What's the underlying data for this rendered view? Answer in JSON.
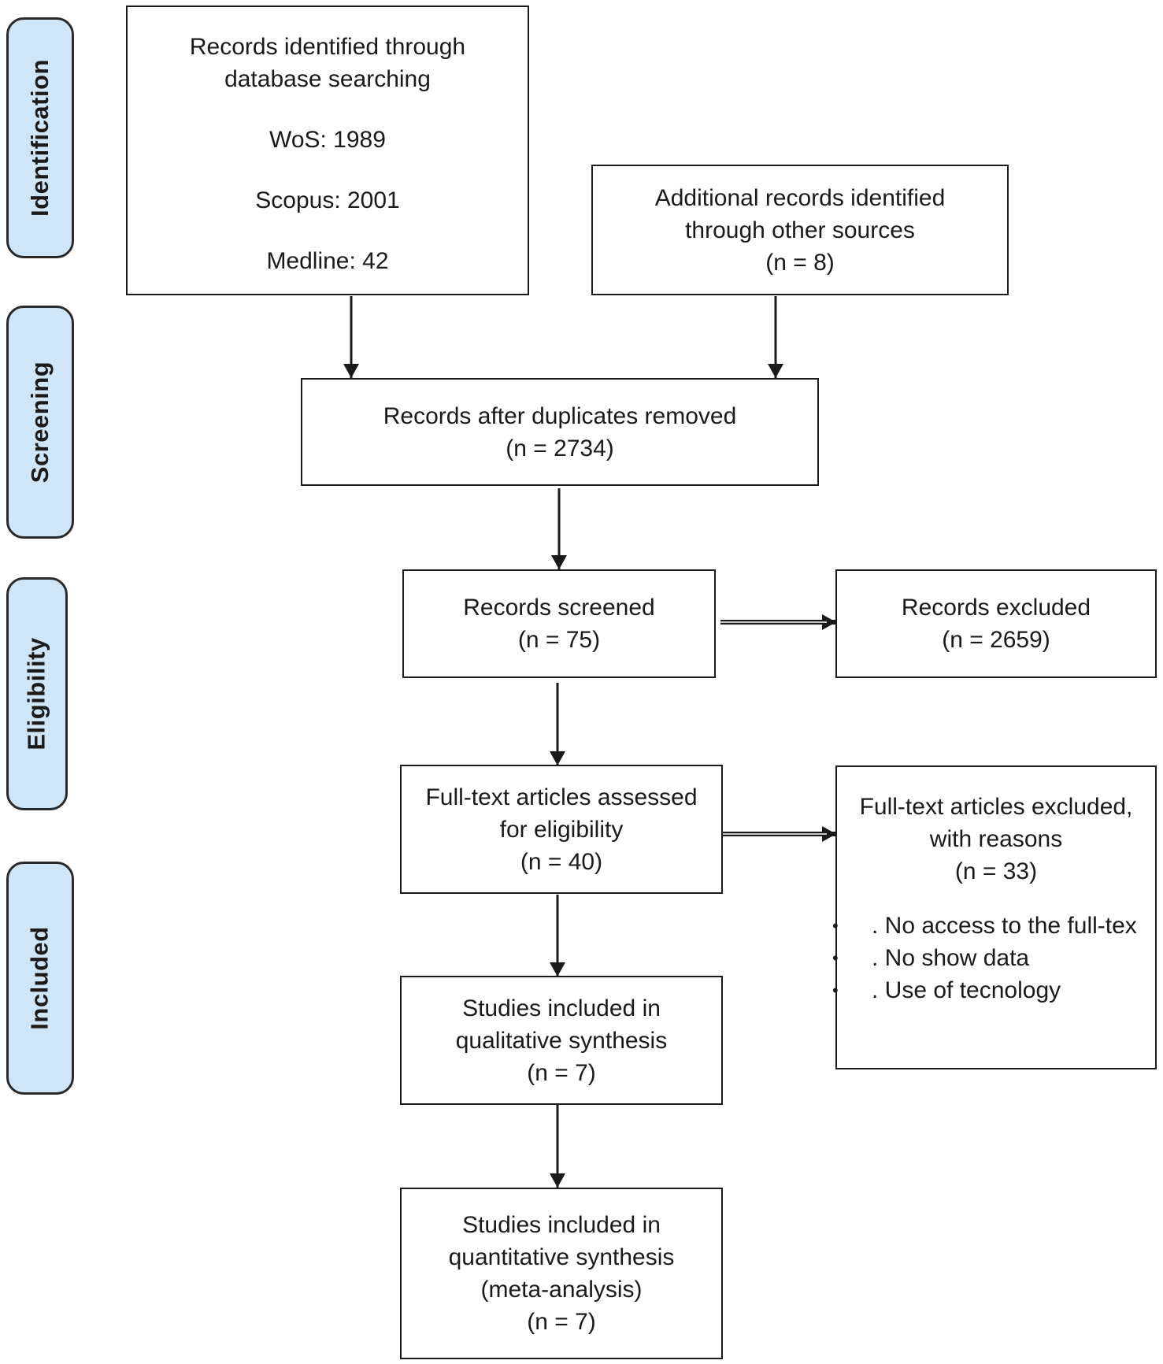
{
  "stages": {
    "identification": "Identification",
    "screening": "Screening",
    "eligibility": "Eligibility",
    "included": "Included"
  },
  "boxes": {
    "database": {
      "line1": "Records identified through",
      "line2": "database searching",
      "wos": "WoS: 1989",
      "scopus": "Scopus: 2001",
      "medline": "Medline: 42"
    },
    "additional": {
      "line1": "Additional records identified",
      "line2": "through other sources",
      "count": "(n = 8)"
    },
    "dedup": {
      "line1": "Records after duplicates removed",
      "count": "(n = 2734)"
    },
    "screened": {
      "line1": "Records screened",
      "count": "(n = 75)"
    },
    "excluded": {
      "line1": "Records excluded",
      "count": "(n = 2659)"
    },
    "fulltext": {
      "line1": "Full-text articles assessed",
      "line2": "for eligibility",
      "count": "(n = 40)"
    },
    "fulltext_excluded": {
      "line1": "Full-text articles excluded,",
      "line2": "with reasons",
      "count": "(n = 33)",
      "reasons": [
        ". No access to the full-tex",
        ". No show data",
        ". Use of tecnology"
      ]
    },
    "qualitative": {
      "line1": "Studies included in",
      "line2": "qualitative synthesis",
      "count": "(n = 7)"
    },
    "quantitative": {
      "line1": "Studies included in",
      "line2": "quantitative synthesis",
      "line3": "(meta-analysis)",
      "count": "(n = 7)"
    }
  }
}
